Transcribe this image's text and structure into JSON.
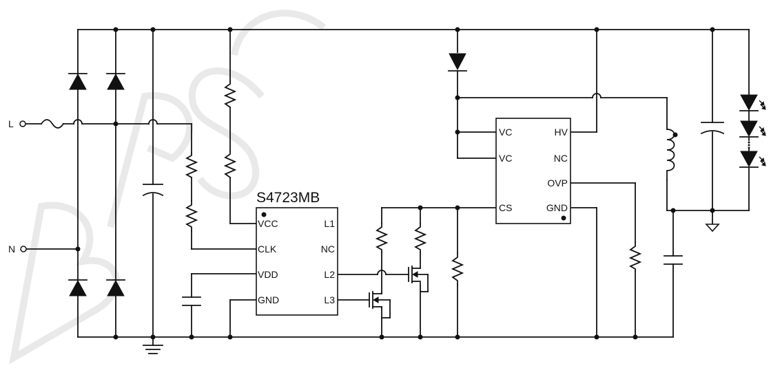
{
  "watermark": "BPSCOI",
  "terminals": {
    "line": "L",
    "neutral": "N"
  },
  "ic1": {
    "name": "S4723MB",
    "left_pins": [
      "VCC",
      "CLK",
      "VDD",
      "GND"
    ],
    "right_pins": [
      "L1",
      "NC",
      "L2",
      "L3"
    ]
  },
  "ic2": {
    "left_pins": [
      "VC",
      "VC",
      "CS"
    ],
    "right_pins": [
      "HV",
      "NC",
      "OVP",
      "GND"
    ]
  },
  "colors": {
    "ink": "#111111",
    "background": "#ffffff",
    "watermark": "#e9e9e9"
  },
  "icons": [
    "diode-bridge",
    "fuse",
    "capacitor",
    "resistor",
    "inductor",
    "mosfet",
    "led-string",
    "ground"
  ]
}
